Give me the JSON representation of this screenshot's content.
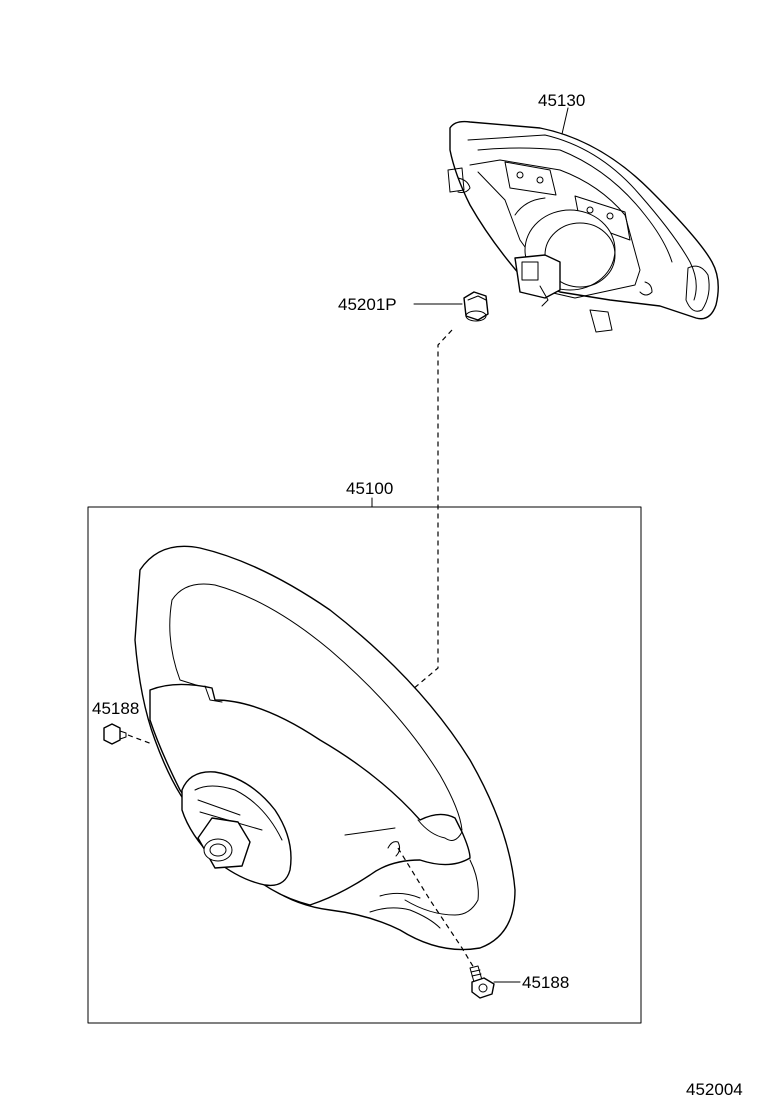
{
  "labels": {
    "pad": "45130",
    "nut": "45201P",
    "wheel": "45100",
    "screw_left": "45188",
    "screw_right": "45188",
    "figure_number": "452004"
  },
  "colors": {
    "ink": "#000000",
    "background": "#ffffff"
  }
}
